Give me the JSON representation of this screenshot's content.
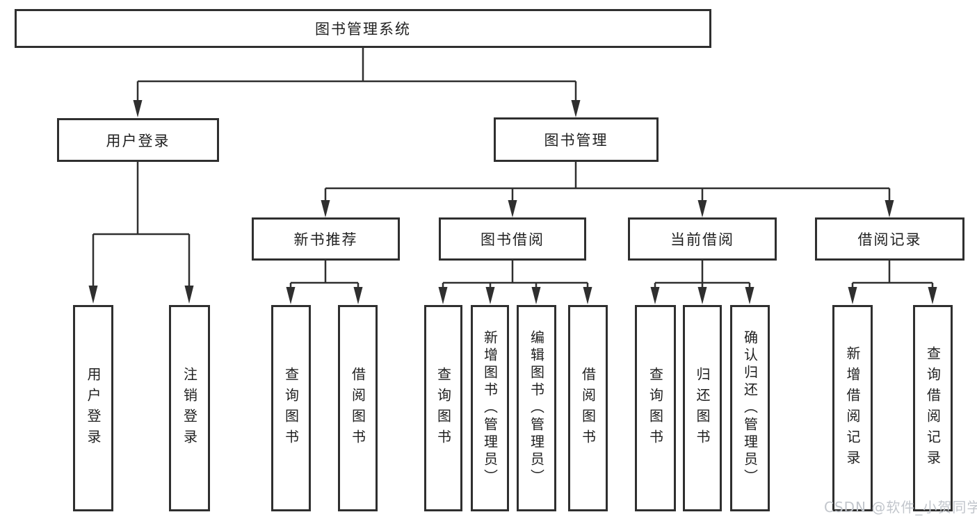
{
  "diagram_title": "图书管理系统",
  "tree": {
    "label": "图书管理系统",
    "children": [
      {
        "label": "用户登录",
        "children": [
          {
            "label": "用户登录"
          },
          {
            "label": "注销登录"
          }
        ]
      },
      {
        "label": "图书管理",
        "children": [
          {
            "label": "新书推荐",
            "children": [
              {
                "label": "查询图书"
              },
              {
                "label": "借阅图书"
              }
            ]
          },
          {
            "label": "图书借阅",
            "children": [
              {
                "label": "查询图书"
              },
              {
                "label": "新增图书（管理员）"
              },
              {
                "label": "编辑图书（管理员）"
              },
              {
                "label": "借阅图书"
              }
            ]
          },
          {
            "label": "当前借阅",
            "children": [
              {
                "label": "查询图书"
              },
              {
                "label": "归还图书"
              },
              {
                "label": "确认归还（管理员）"
              }
            ]
          },
          {
            "label": "借阅记录",
            "children": [
              {
                "label": "新增借阅记录"
              },
              {
                "label": "查询借阅记录"
              }
            ]
          }
        ]
      }
    ]
  },
  "watermark": "CSDN @软件_小贺同学",
  "colors": {
    "line": "#2f2f2f",
    "text": "#1f1f1f",
    "background": "#ffffff",
    "watermark": "#c2c6cc"
  }
}
